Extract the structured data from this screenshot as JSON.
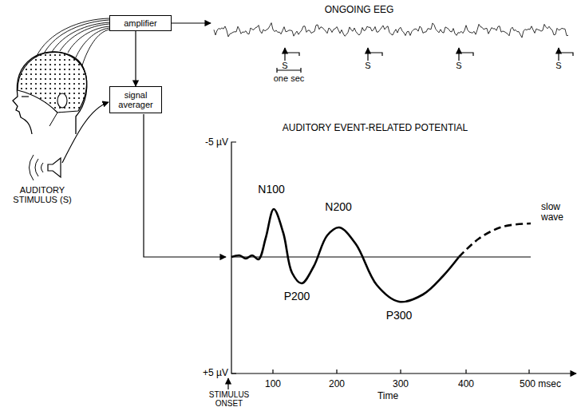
{
  "diagram": {
    "nodes": [
      {
        "text": [
          "amplifier"
        ]
      },
      {
        "text": [
          "signal averager"
        ]
      }
    ],
    "edges": [
      {
        "from": 0,
        "to": 1,
        "arrow": "to"
      }
    ],
    "labels": [
      "ONGOING EEG",
      "S",
      "S",
      "S",
      "S",
      "one sec",
      "AUDITORY STIMULUS (S)",
      "AUDITORY EVENT-RELATED POTENTIAL",
      "-5 µV",
      "+5 µV",
      "N100",
      "P200",
      "N200",
      "P300",
      "slow wave",
      "100",
      "200",
      "300",
      "400",
      "500 msec",
      "Time",
      "STIMULUS ONSET"
    ]
  }
}
